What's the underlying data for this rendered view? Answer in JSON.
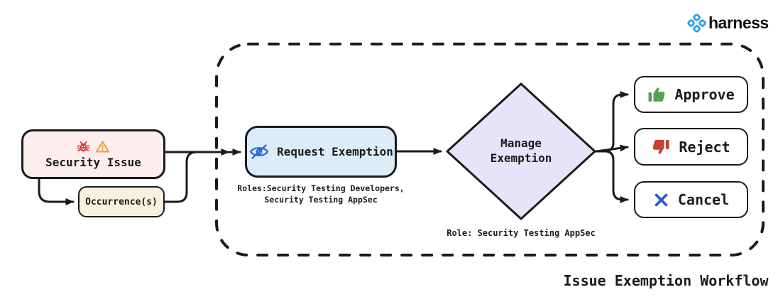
{
  "brand": {
    "wordmark": "harness"
  },
  "caption": "Issue Exemption Workflow",
  "colors": {
    "ink": "#1b1b1b",
    "security_issue_fill": "#fbeeec",
    "occurrences_fill": "#faf0de",
    "request_fill": "#dbedfb",
    "diamond_fill": "#e7e4f9",
    "bug_red": "#d9392b",
    "warning_orange": "#e8a13c",
    "eye_blue": "#2f66d0",
    "approve_green": "#55a055",
    "reject_red": "#c8402e",
    "cancel_blue": "#2b55cc",
    "logo_blue": "#29a5e3"
  },
  "nodes": {
    "security_issue": {
      "label": "Security Issue"
    },
    "occurrences": {
      "label": "Occurrence(s)"
    },
    "request_exemption": {
      "label": "Request Exemption",
      "roles_line1": "Roles:Security Testing Developers,",
      "roles_line2": "Security Testing AppSec"
    },
    "manage_exemption": {
      "label_line1": "Manage",
      "label_line2": "Exemption",
      "role": "Role: Security Testing AppSec"
    }
  },
  "actions": {
    "approve": {
      "label": "Approve"
    },
    "reject": {
      "label": "Reject"
    },
    "cancel": {
      "label": "Cancel"
    }
  }
}
